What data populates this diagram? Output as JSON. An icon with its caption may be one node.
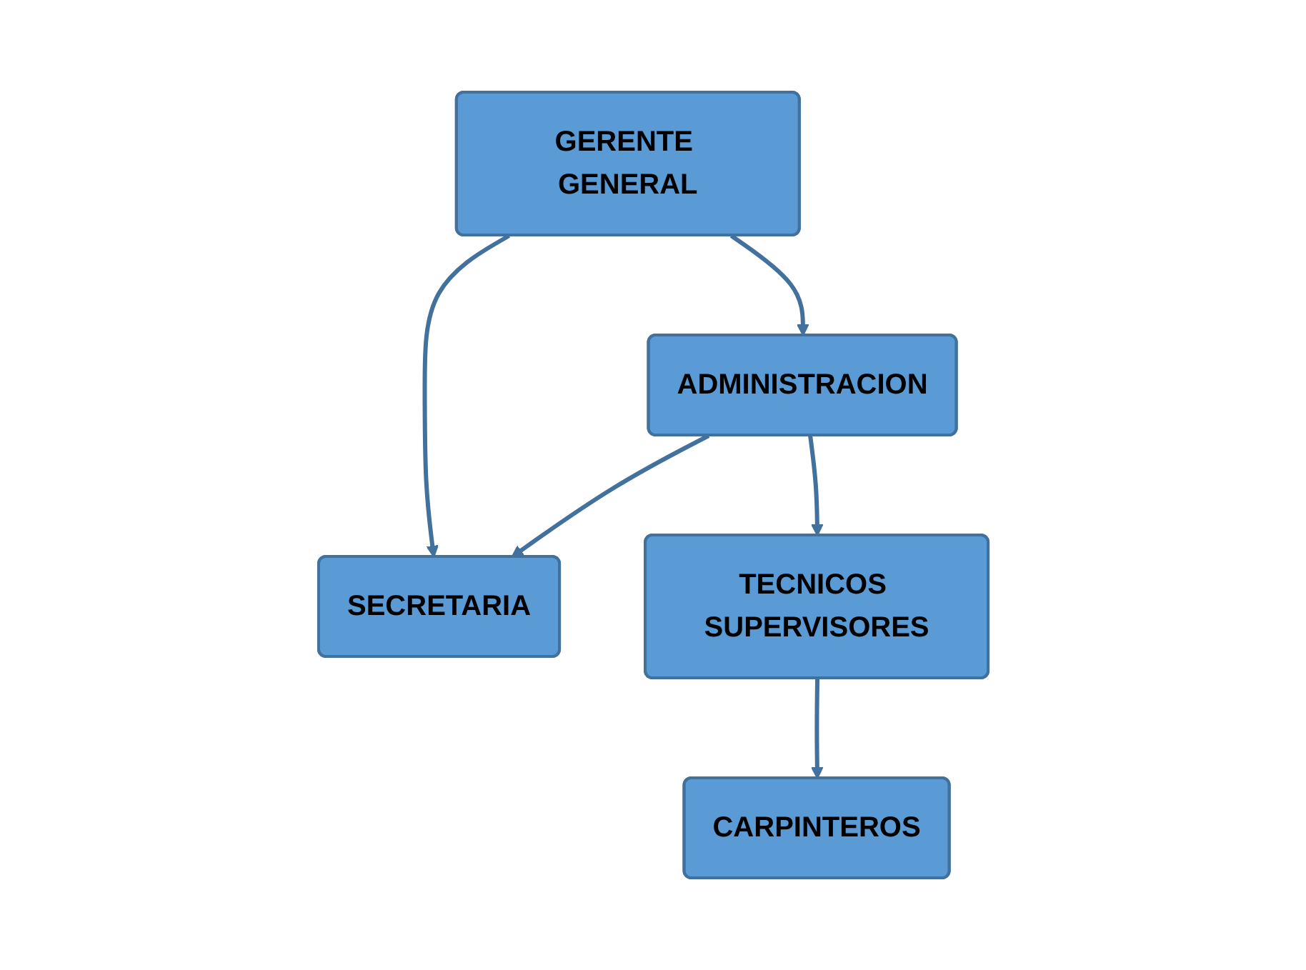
{
  "diagram": {
    "nodes": [
      {
        "text": [
          "GERENTE GENERAL"
        ]
      },
      {
        "text": [
          "ADMINISTRACION"
        ]
      },
      {
        "text": [
          "SECRETARIA"
        ]
      },
      {
        "text": [
          "TECNICOS SUPERVISORES"
        ]
      },
      {
        "text": [
          "CARPINTEROS"
        ]
      }
    ],
    "edges": [
      {
        "from": 0,
        "to": 1,
        "arrow": "to"
      },
      {
        "from": 0,
        "to": 2,
        "arrow": "to"
      },
      {
        "from": 1,
        "to": 2,
        "arrow": "to"
      },
      {
        "from": 1,
        "to": 3,
        "arrow": "to"
      },
      {
        "from": 3,
        "to": 4,
        "arrow": "to"
      }
    ]
  }
}
